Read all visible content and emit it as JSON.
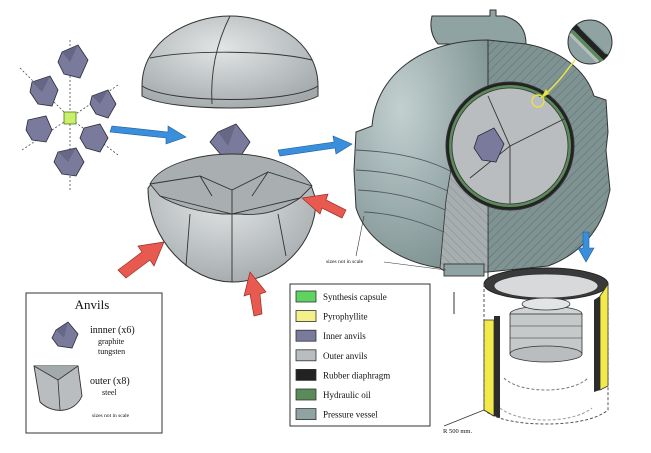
{
  "anvils_box": {
    "title": "Anvils",
    "inner_label": "innner (x6)",
    "inner_material_1": "graphite",
    "inner_material_2": "tungsten",
    "outer_label": "outer (x8)",
    "outer_material": "steel",
    "note": "sizes not in scale"
  },
  "diagram_note": "sizes not in scale",
  "radius_label": "R 500 mm.",
  "legend": {
    "items": [
      {
        "label": "Synthesis capsule",
        "color": "#5fd35f"
      },
      {
        "label": "Pyrophyllite",
        "color": "#f4f08a"
      },
      {
        "label": "Inner anvils",
        "color": "#7a7a9c"
      },
      {
        "label": "Outer anvils",
        "color": "#b9bdbf"
      },
      {
        "label": "Rubber diaphragm",
        "color": "#222222"
      },
      {
        "label": "Hydraulic oil",
        "color": "#5b8a5b"
      },
      {
        "label": "Pressure vessel",
        "color": "#8fa3a3"
      }
    ]
  },
  "colors": {
    "arrow_blue": "#3a8fdc",
    "arrow_red": "#e85a4f",
    "steel": "#b9bdbf",
    "steel_dark": "#8f9698",
    "vessel": "#8fa3a3",
    "vessel_dark": "#6e8282",
    "inner_anvil": "#7a7a9c",
    "capsule": "#5fd35f",
    "yellow": "#f2ea4a"
  }
}
